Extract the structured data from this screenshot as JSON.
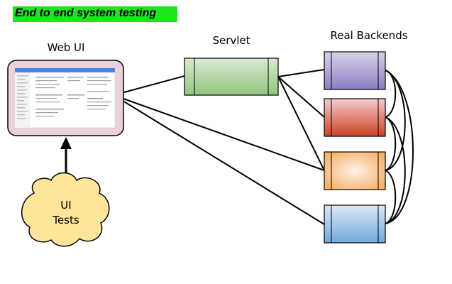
{
  "title": "End to end system testing",
  "labels": {
    "web_ui": "Web UI",
    "servlet": "Servlet",
    "backends": "Real Backends",
    "tests_line1": "UI",
    "tests_line2": "Tests"
  },
  "colors": {
    "title_bg": "#1fe51f",
    "web_ui_fill": "#ead1dc",
    "servlet_fill": "#b6d7a8",
    "backend_purple": "#b4a7d6",
    "backend_red": "#e06666",
    "backend_orange": "#f6b26b",
    "backend_blue": "#9fc5e8",
    "cloud_fill": "#ffe599"
  },
  "icons": [
    "screenshot-thumbnail",
    "cloud-shape",
    "arrow-up"
  ]
}
